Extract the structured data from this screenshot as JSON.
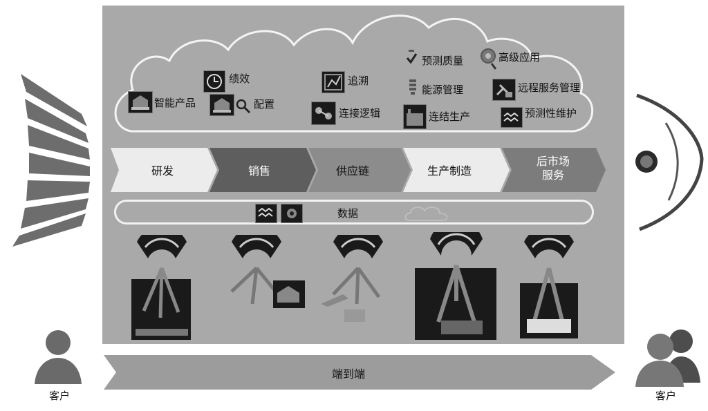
{
  "cloud": {
    "items": {
      "performance": "绩效",
      "smart_products": "智能产品",
      "configuration": "配置",
      "traceability": "追溯",
      "connection_logic": "连接逻辑",
      "predictive_quality": "预测质量",
      "energy_management": "能源管理",
      "connected_production": "连结生产",
      "advanced_applications": "高级应用",
      "remote_service_management": "远程服务管理",
      "predictive_maintenance": "预测性维护"
    }
  },
  "stages": [
    {
      "label": "研发"
    },
    {
      "label": "销售"
    },
    {
      "label": "供应链"
    },
    {
      "label": "生产制造"
    },
    {
      "label": "后市场\n服务"
    }
  ],
  "data_bar": {
    "label": "数据"
  },
  "flow": {
    "label": "端到端"
  },
  "customers": {
    "left": "客户",
    "right": "客户"
  },
  "colors": {
    "panel": "#a9a9a9",
    "stage_light": "#ececec",
    "stage_dark": "#5e5e5e",
    "stage_mid": "#8c8c8c"
  }
}
